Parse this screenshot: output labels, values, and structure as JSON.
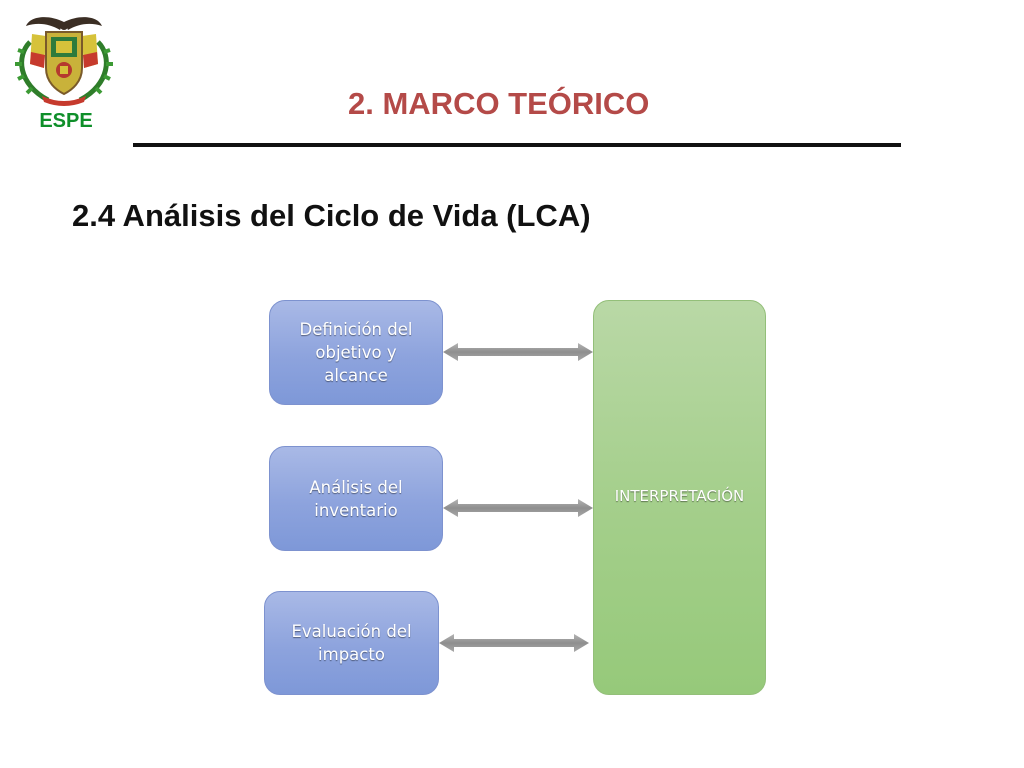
{
  "header": {
    "institution_label": "ESPE",
    "section_title": "2. MARCO TEÓRICO"
  },
  "slide": {
    "subtitle": "2.4 Análisis del Ciclo de Vida (LCA)"
  },
  "diagram": {
    "boxes": [
      {
        "label": "Definición del objetivo y alcance"
      },
      {
        "label": "Análisis del inventario"
      },
      {
        "label": "Evaluación del impacto"
      }
    ],
    "interpretation_label": "INTERPRETACIÓN",
    "colors": {
      "phase_box": "#8da3dd",
      "interpretation_box": "#a5cf8c",
      "arrow": "#9a9a9a"
    }
  },
  "colors": {
    "section_title": "#b44a48",
    "espe_label": "#0f8f2a"
  }
}
